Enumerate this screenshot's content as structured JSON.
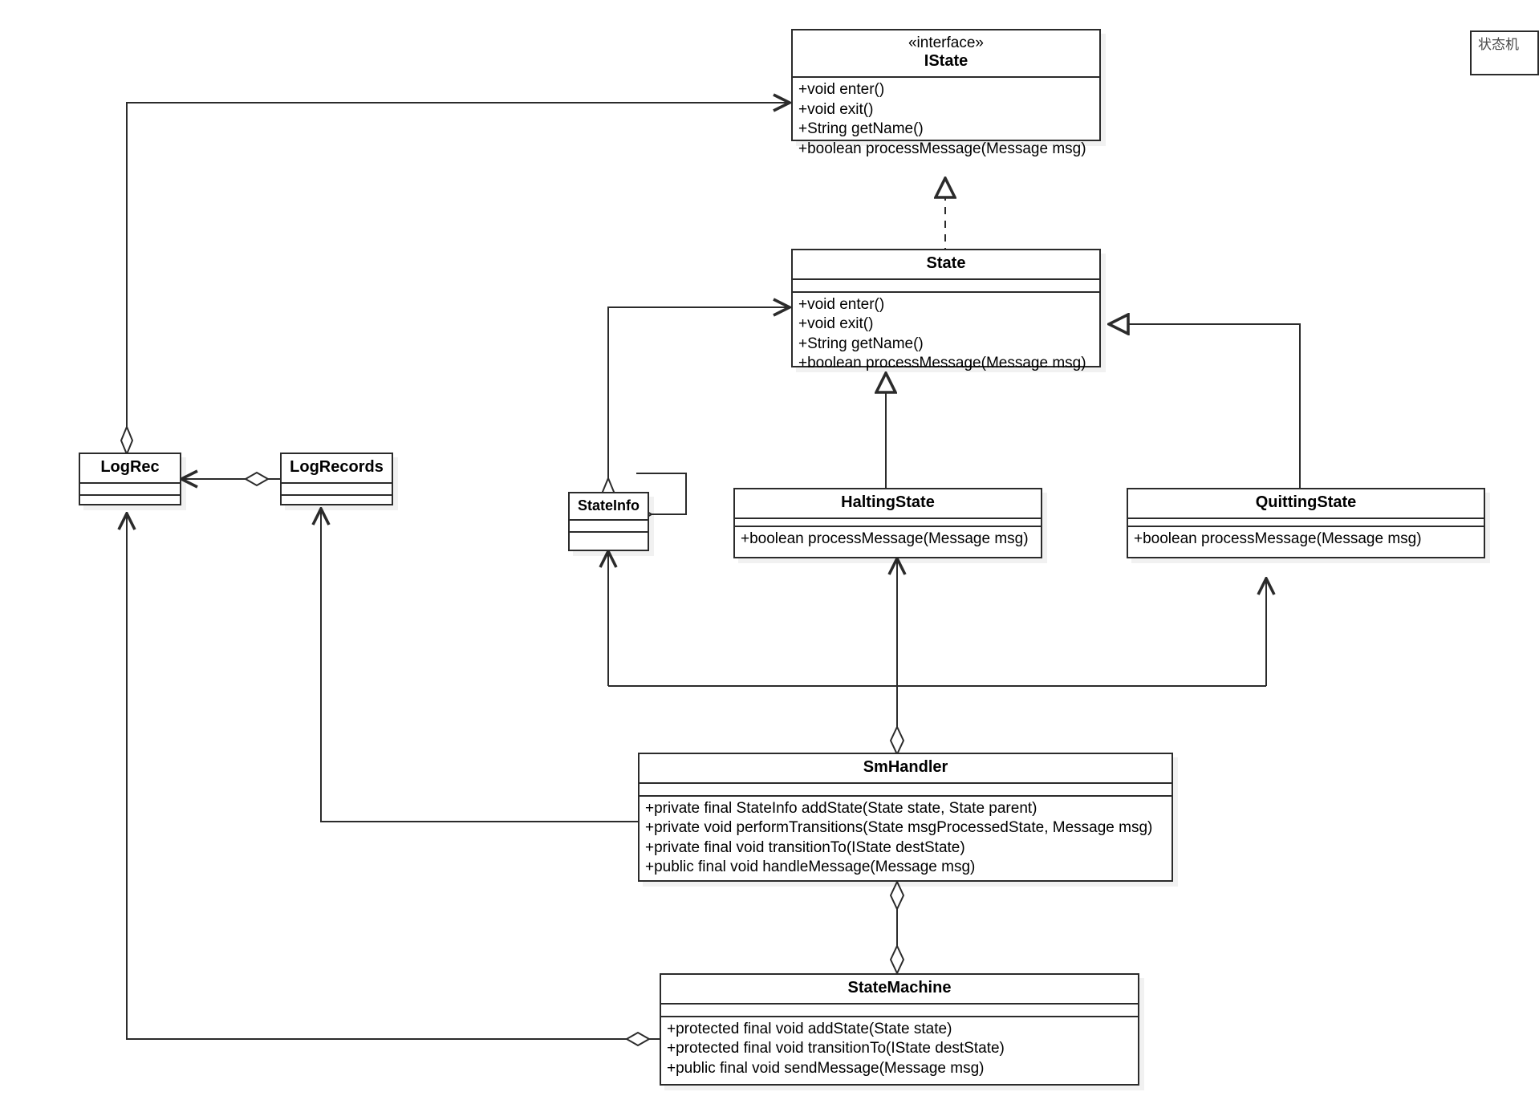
{
  "diagram": {
    "title_note": "状态机",
    "classes": [
      {
        "id": "istate",
        "stereotype": "«interface»",
        "name": "IState",
        "attributes": [],
        "operations": [
          "+void enter()",
          "+void exit()",
          "+String getName()",
          "+boolean processMessage(Message msg)"
        ]
      },
      {
        "id": "state",
        "stereotype": "",
        "name": "State",
        "attributes": [],
        "operations": [
          "+void enter()",
          "+void exit()",
          "+String getName()",
          "+boolean processMessage(Message msg)"
        ]
      },
      {
        "id": "logrec",
        "stereotype": "",
        "name": "LogRec",
        "attributes": [],
        "operations": []
      },
      {
        "id": "logrecords",
        "stereotype": "",
        "name": "LogRecords",
        "attributes": [],
        "operations": []
      },
      {
        "id": "stateinfo",
        "stereotype": "",
        "name": "StateInfo",
        "attributes": [],
        "operations": []
      },
      {
        "id": "haltingstate",
        "stereotype": "",
        "name": "HaltingState",
        "attributes": [],
        "operations": [
          "+boolean processMessage(Message msg)"
        ]
      },
      {
        "id": "quittingstate",
        "stereotype": "",
        "name": "QuittingState",
        "attributes": [],
        "operations": [
          "+boolean processMessage(Message msg)"
        ]
      },
      {
        "id": "smhandler",
        "stereotype": "",
        "name": "SmHandler",
        "attributes": [],
        "operations": [
          "+private final StateInfo addState(State state, State parent)",
          "+private void performTransitions(State msgProcessedState, Message msg)",
          "+private final void transitionTo(IState destState)",
          "+public final void handleMessage(Message msg)"
        ]
      },
      {
        "id": "statemachine",
        "stereotype": "",
        "name": "StateMachine",
        "attributes": [],
        "operations": [
          "+protected final void addState(State state)",
          "+protected final void transitionTo(IState destState)",
          "+public final void sendMessage(Message msg)"
        ]
      }
    ],
    "relations": [
      {
        "from": "State",
        "to": "IState",
        "type": "realization"
      },
      {
        "from": "HaltingState",
        "to": "State",
        "type": "generalization"
      },
      {
        "from": "QuittingState",
        "to": "State",
        "type": "generalization"
      },
      {
        "from": "LogRecords",
        "to": "LogRec",
        "type": "aggregation"
      },
      {
        "from": "StateInfo",
        "to": "StateInfo",
        "type": "aggregation"
      },
      {
        "from": "StateInfo",
        "to": "State",
        "type": "association"
      },
      {
        "from": "SmHandler",
        "to": "StateInfo",
        "type": "aggregation"
      },
      {
        "from": "SmHandler",
        "to": "LogRecords",
        "type": "association"
      },
      {
        "from": "SmHandler",
        "to": "HaltingState",
        "type": "association"
      },
      {
        "from": "SmHandler",
        "to": "QuittingState",
        "type": "association"
      },
      {
        "from": "SmHandler",
        "to": "StateMachine",
        "type": "aggregation"
      },
      {
        "from": "StateMachine",
        "to": "LogRec",
        "type": "aggregation"
      },
      {
        "from": "LogRec",
        "to": "IState",
        "type": "association"
      }
    ],
    "colors": {
      "line": "#2b2b2b",
      "box_fill": "#ffffff",
      "text": "#000000"
    }
  }
}
